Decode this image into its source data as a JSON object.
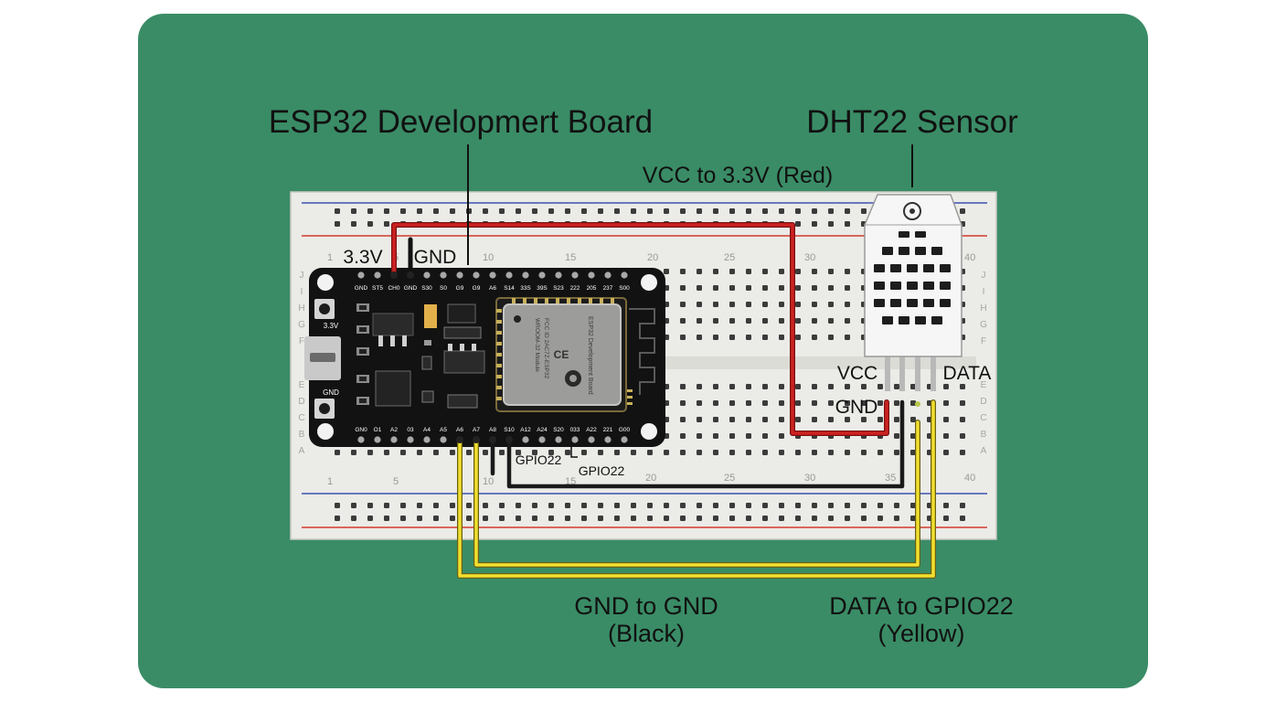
{
  "colors": {
    "panel": "#3a8c66",
    "breadboard": "#ebebe7",
    "rail_red": "#d23a2e",
    "rail_blue": "#3a52b0",
    "board": "#121212",
    "wire_red": "#cc2222",
    "wire_black": "#1a1a1a",
    "wire_yellow": "#f2e030",
    "sensor_body": "#f6f6f6"
  },
  "labels": {
    "esp32_title": "ESP32 Developmert Board",
    "dht_title": "DHT22 Sensor",
    "vcc_wire": "VCC to 3.3V (Red)",
    "pin_3v3": "3.3V",
    "pin_gnd": "GND",
    "sensor_vcc": "VCC",
    "sensor_data": "DATA",
    "sensor_gnd": "GND",
    "gpio_label_1": "GPIO22",
    "gpio_label_2": "GPIO22",
    "gnd_wire_line1": "GND to GND",
    "gnd_wire_line2": "(Black)",
    "data_wire_line1": "DATA to GPIO22",
    "data_wire_line2": "(Yellow)",
    "side_3v3": "3.3V",
    "side_gnd": "GND"
  },
  "breadboard": {
    "column_numbers": [
      "1",
      "5",
      "10",
      "15",
      "20",
      "25",
      "30",
      "35",
      "40"
    ],
    "row_letters_top": [
      "J",
      "I",
      "H",
      "G",
      "F"
    ],
    "row_letters_bottom": [
      "E",
      "D",
      "C",
      "B",
      "A"
    ]
  },
  "board": {
    "top_pins": [
      "GND",
      "ST5",
      "CH0",
      "GND",
      "S30",
      "S0",
      "G9",
      "G9",
      "A6",
      "S14",
      "33S",
      "39S",
      "S23",
      "222",
      "205",
      "237",
      "S00"
    ],
    "bottom_pins": [
      "GN0",
      "O1",
      "A2",
      "03",
      "A4",
      "A5",
      "A6",
      "A7",
      "A8",
      "S10",
      "A12",
      "A24",
      "S20",
      "033",
      "A22",
      "221",
      "G00"
    ],
    "module_text": [
      "ESP32 Development Board",
      "CE"
    ],
    "module_side_text": [
      "WROOM-32 Module",
      "FCC ID 2AC7Z-ESP32"
    ]
  }
}
